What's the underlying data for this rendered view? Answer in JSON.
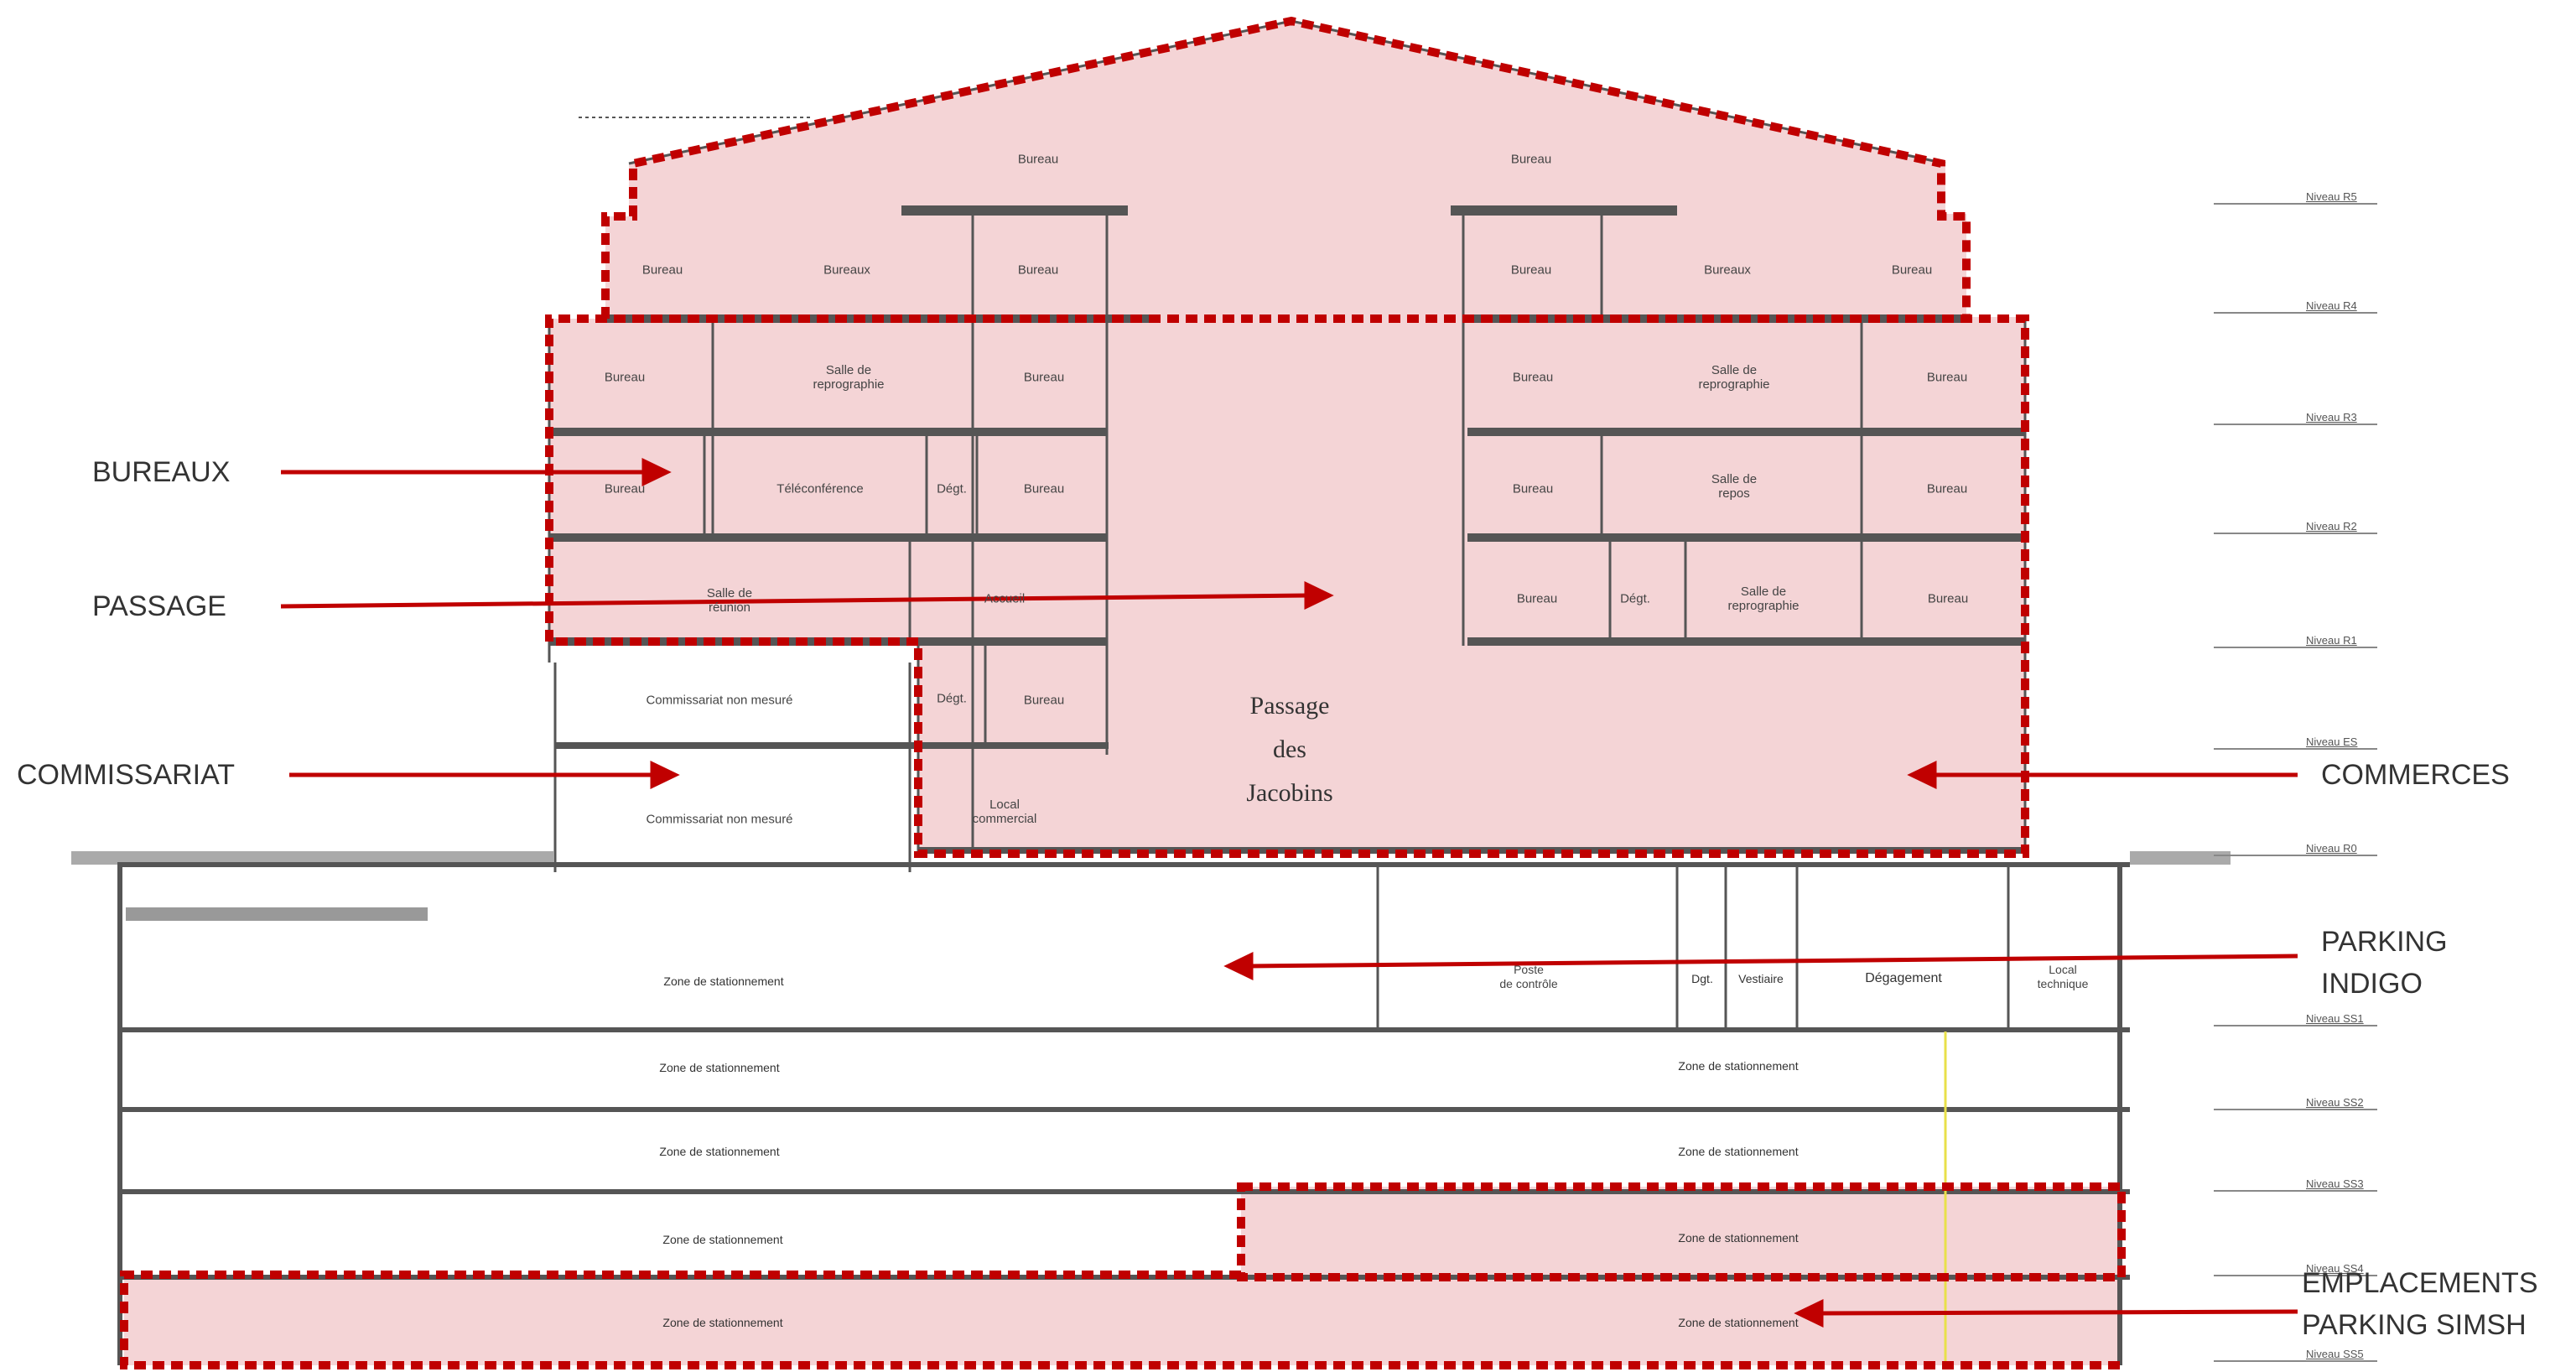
{
  "rooms_upper_left": {
    "r5_bureau": "Bureau",
    "r4_bureau_a": "Bureau",
    "r4_bureaux": "Bureaux",
    "r4_bureau_b": "Bureau",
    "r3_bureau_a": "Bureau",
    "r3_salle_repro": "Salle de\nreprographie",
    "r3_bureau_b": "Bureau",
    "r2_bureau_a": "Bureau",
    "r2_teleconf": "Téléconférence",
    "r2_degt": "Dégt.",
    "r2_bureau_b": "Bureau",
    "r1_salle_reunion": "Salle de\nréunion",
    "r1_accueil": "Accueil",
    "rdc_degt": "Dégt.",
    "rdc_bureau": "Bureau",
    "local_commercial": "Local\ncommercial",
    "commissariat_1": "Commissariat non mesuré",
    "commissariat_2": "Commissariat non mesuré"
  },
  "rooms_upper_right": {
    "r5_bureau": "Bureau",
    "r4_bureau_a": "Bureau",
    "r4_bureaux": "Bureaux",
    "r4_bureau_b": "Bureau",
    "r3_bureau_a": "Bureau",
    "r3_salle_repro": "Salle de\nreprographie",
    "r3_bureau_b": "Bureau",
    "r2_bureau_a": "Bureau",
    "r2_salle_repos": "Salle de\nrepos",
    "r2_bureau_b": "Bureau",
    "r1_bureau_a": "Bureau",
    "r1_degt": "Dégt.",
    "r1_salle_repro": "Salle de\nreprographie",
    "r1_bureau_b": "Bureau"
  },
  "passage": "Passage\ndes\nJacobins",
  "basement": {
    "ss1_zone": "Zone de stationnement",
    "poste": "Poste\nde contrôle",
    "dgt": "Dgt.",
    "vestiaire": "Vestiaire",
    "degagement": "Dégagement",
    "local_technique": "Local\ntechnique",
    "ss2_left": "Zone de stationnement",
    "ss2_right": "Zone de stationnement",
    "ss3_left": "Zone de stationnement",
    "ss3_right": "Zone de stationnement",
    "ss4_left": "Zone de stationnement",
    "ss4_right": "Zone de stationnement",
    "ss5_left": "Zone de stationnement",
    "ss5_right": "Zone de stationnement"
  },
  "levels": {
    "r5": "Niveau R5",
    "r4": "Niveau R4",
    "r3": "Niveau R3",
    "r2": "Niveau R2",
    "r1": "Niveau R1",
    "es": "Niveau ES",
    "r0": "Niveau R0",
    "ss1": "Niveau SS1",
    "ss2": "Niveau SS2",
    "ss3": "Niveau SS3",
    "ss4": "Niveau SS4",
    "ss5": "Niveau SS5"
  },
  "callouts": {
    "bureaux": "BUREAUX",
    "passage": "PASSAGE",
    "commissariat": "COMMISSARIAT",
    "commerces": "COMMERCES",
    "parking_indigo": "PARKING\nINDIGO",
    "emplacements": "EMPLACEMENTS\nPARKING SIMSH"
  },
  "colors": {
    "highlight_fill": "#f4d4d6",
    "dashed_outline": "#c00000",
    "arrow": "#c00000",
    "slab": "#555555"
  }
}
